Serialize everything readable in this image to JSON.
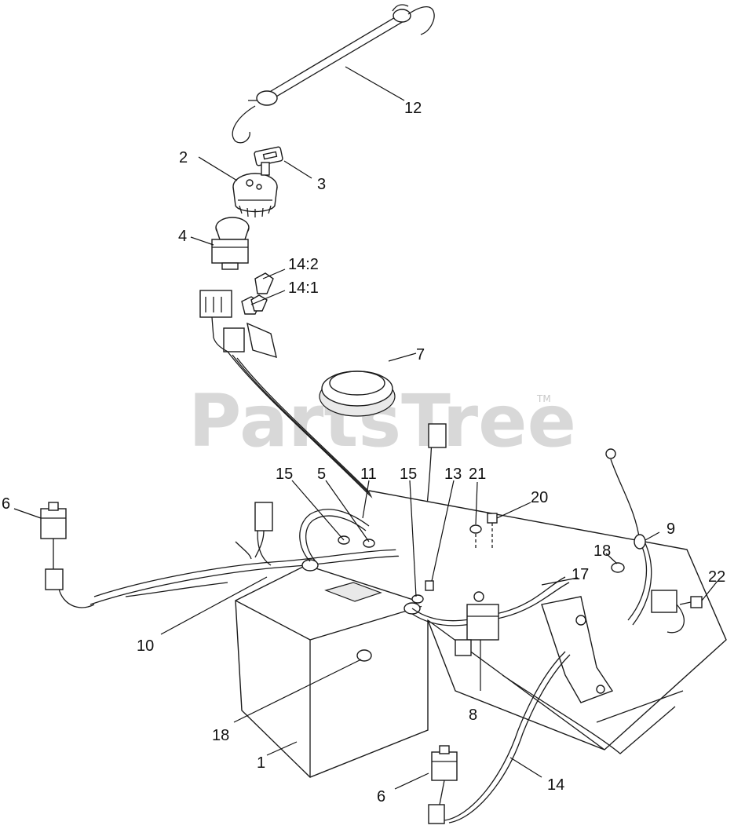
{
  "watermark": {
    "text": "PartsTree",
    "trademark": "TM"
  },
  "callouts": {
    "c1": "1",
    "c2": "2",
    "c3": "3",
    "c4": "4",
    "c5": "5",
    "c6a": "6",
    "c6b": "6",
    "c7": "7",
    "c8": "8",
    "c9": "9",
    "c10": "10",
    "c11": "11",
    "c12": "12",
    "c13": "13",
    "c14": "14",
    "c14_1": "14:1",
    "c14_2": "14:2",
    "c15a": "15",
    "c15b": "15",
    "c17": "17",
    "c18a": "18",
    "c18b": "18",
    "c20": "20",
    "c21": "21",
    "c22": "22"
  },
  "colors": {
    "line": "#1a1a1a",
    "watermark": "#d8d8d8",
    "background": "#ffffff"
  }
}
